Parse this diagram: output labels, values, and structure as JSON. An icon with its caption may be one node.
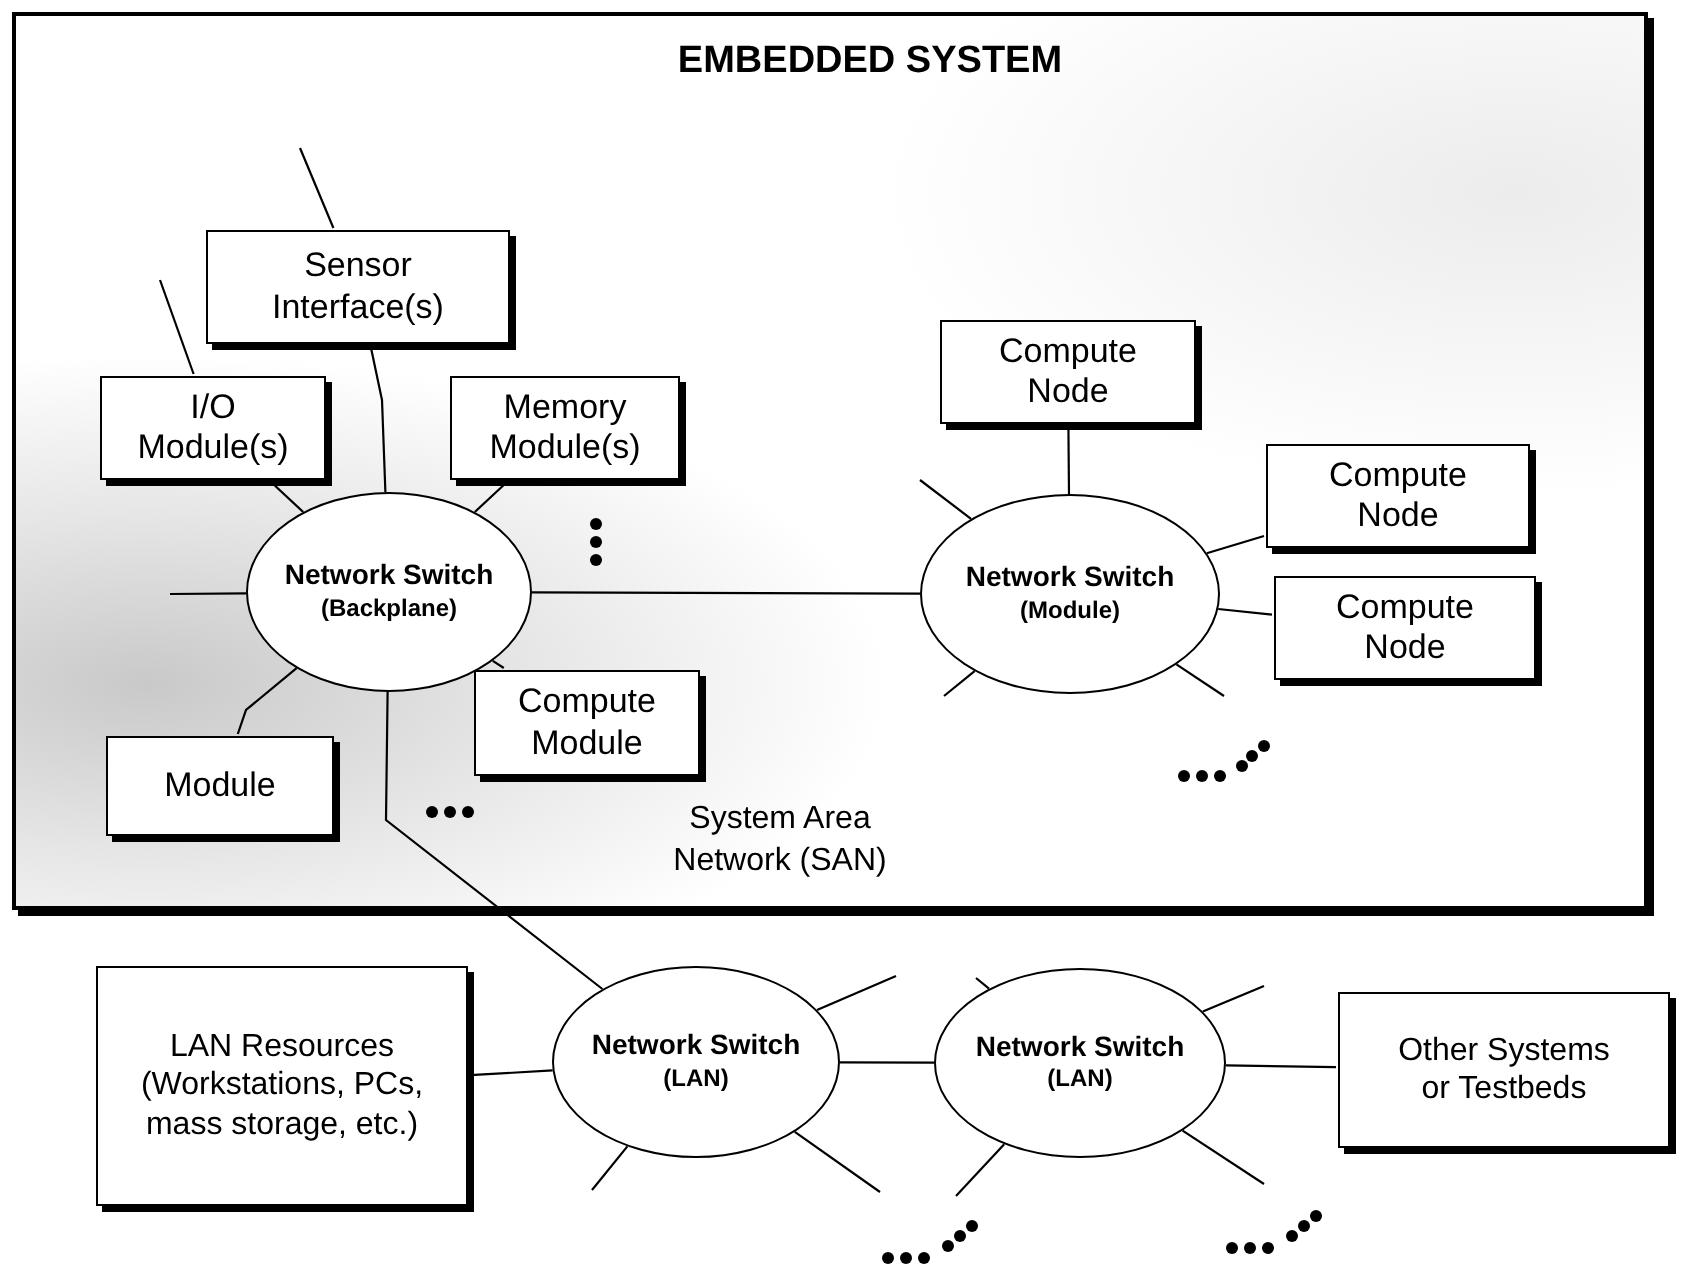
{
  "diagram": {
    "nodes": [
      {
        "text": [
          "EMBEDDED SYSTEM"
        ]
      },
      {
        "text": [
          "Sensor Interface(s)"
        ],
        "in": 0
      },
      {
        "text": [
          "I/O Module(s)"
        ],
        "in": 0
      },
      {
        "text": [
          "Memory Module(s)"
        ],
        "in": 0
      },
      {
        "text": [
          "Compute Node"
        ],
        "in": 0
      },
      {
        "text": [
          "Network Switch",
          "(Backplane)"
        ],
        "in": 0
      },
      {
        "text": [
          "Compute Node"
        ],
        "in": 0
      },
      {
        "text": [
          "Network Switch",
          "(Module)"
        ],
        "in": 0
      },
      {
        "text": [
          "Compute Node"
        ],
        "in": 0
      },
      {
        "text": [
          "Compute Module"
        ],
        "in": 0
      },
      {
        "text": [
          "Module"
        ],
        "in": 0
      },
      {
        "text": [
          "LAN Resources (Workstations, PCs, mass storage, etc.)"
        ]
      },
      {
        "text": [
          "Network Switch",
          "(LAN)"
        ]
      },
      {
        "text": [
          "Network Switch",
          "(LAN)"
        ]
      },
      {
        "text": [
          "Other Systems or Testbeds"
        ]
      }
    ],
    "edges": [
      {
        "from": 1,
        "to": null,
        "arrow": "none"
      },
      {
        "from": 2,
        "to": null,
        "arrow": "none"
      },
      {
        "from": 1,
        "to": 5,
        "arrow": "none"
      },
      {
        "from": 2,
        "to": 5,
        "arrow": "none"
      },
      {
        "from": 3,
        "to": 5,
        "arrow": "none"
      },
      {
        "from": 5,
        "to": null,
        "arrow": "none"
      },
      {
        "from": 5,
        "to": 10,
        "arrow": "none"
      },
      {
        "from": 5,
        "to": 9,
        "arrow": "none"
      },
      {
        "from": 5,
        "to": 7,
        "arrow": "none"
      },
      {
        "from": 5,
        "to": 12,
        "arrow": "none"
      },
      {
        "from": 4,
        "to": 7,
        "arrow": "none"
      },
      {
        "from": 7,
        "to": 6,
        "arrow": "none"
      },
      {
        "from": 7,
        "to": 8,
        "arrow": "none"
      },
      {
        "from": 7,
        "to": null,
        "arrow": "none"
      },
      {
        "from": 7,
        "to": null,
        "arrow": "none"
      },
      {
        "from": 7,
        "to": null,
        "arrow": "none"
      },
      {
        "from": 11,
        "to": 12,
        "arrow": "none"
      },
      {
        "from": 12,
        "to": 13,
        "arrow": "none"
      },
      {
        "from": 13,
        "to": 14,
        "arrow": "none"
      },
      {
        "from": 12,
        "to": null,
        "arrow": "none"
      },
      {
        "from": 12,
        "to": null,
        "arrow": "none"
      },
      {
        "from": 12,
        "to": null,
        "arrow": "none"
      },
      {
        "from": 13,
        "to": null,
        "arrow": "none"
      },
      {
        "from": 13,
        "to": null,
        "arrow": "none"
      },
      {
        "from": 13,
        "to": null,
        "arrow": "none"
      },
      {
        "from": 13,
        "to": null,
        "arrow": "none"
      }
    ],
    "labels": [
      "System Area Network (SAN)"
    ]
  }
}
